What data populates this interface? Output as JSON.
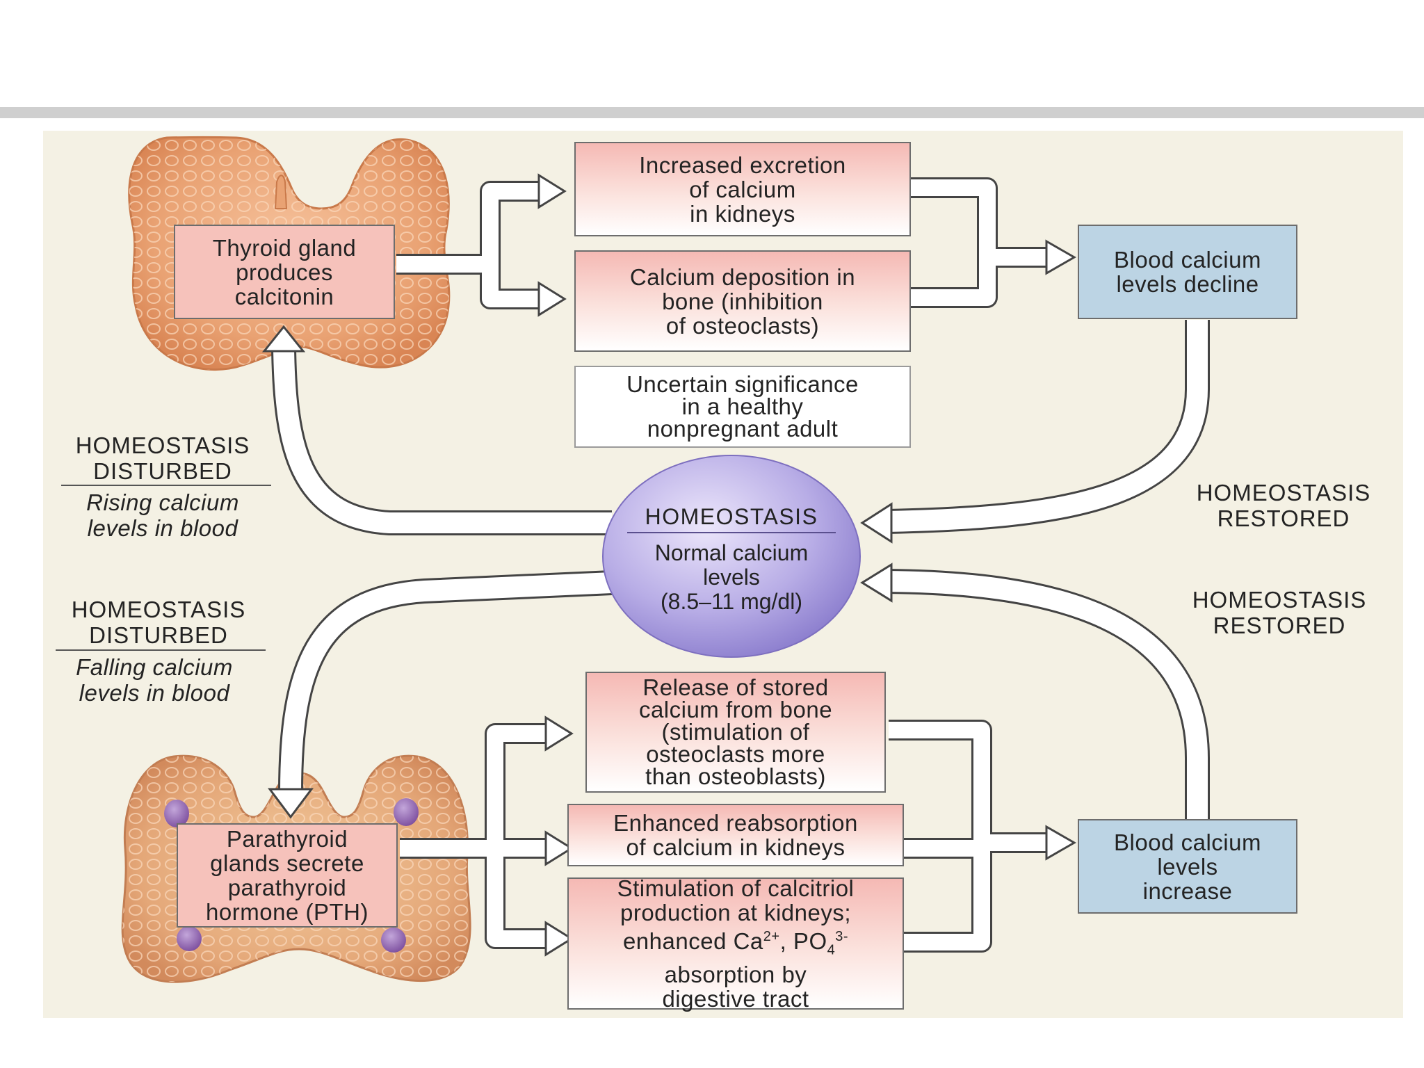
{
  "diagram": {
    "thyroid_box": "Thyroid gland\nproduces\ncalcitonin",
    "excretion_box": "Increased excretion\nof calcium\nin kidneys",
    "deposition_box": "Calcium deposition in\nbone (inhibition\nof osteoclasts)",
    "uncertain_box": "Uncertain significance\nin a healthy\nnonpregnant adult",
    "decline_box": "Blood calcium\nlevels decline",
    "homeostasis_title": "HOMEOSTASIS",
    "homeostasis_body": "Normal calcium\nlevels\n(8.5–11 mg/dl)",
    "disturbed_top_title": "HOMEOSTASIS\nDISTURBED",
    "disturbed_top_sub": "Rising calcium\nlevels in blood",
    "disturbed_bottom_title": "HOMEOSTASIS\nDISTURBED",
    "disturbed_bottom_sub": "Falling calcium\nlevels in blood",
    "restored_top": "HOMEOSTASIS\nRESTORED",
    "restored_bottom": "HOMEOSTASIS\nRESTORED",
    "release_box": "Release of stored\ncalcium from bone\n(stimulation of\nosteoclasts more\nthan osteoblasts)",
    "reabsorption_box": "Enhanced reabsorption\nof calcium in kidneys",
    "calcitriol_line1": "Stimulation of calcitriol",
    "calcitriol_line2": "production at kidneys;",
    "calcitriol_line3_a": "enhanced Ca",
    "calcitriol_sup1": "2+",
    "calcitriol_line3_b": ", PO",
    "calcitriol_sub": "4",
    "calcitriol_sup2": "3-",
    "calcitriol_line4": "absorption by",
    "calcitriol_line5": "digestive tract",
    "increase_box": "Blood calcium\nlevels\nincrease",
    "parathyroid_box": "Parathyroid\nglands secrete\nparathyroid\nhormone (PTH)"
  },
  "colors": {
    "pink": "#f6c2bb",
    "blue": "#bcd4e4",
    "circle": "#a79ad8",
    "gland": "#e8a779"
  }
}
